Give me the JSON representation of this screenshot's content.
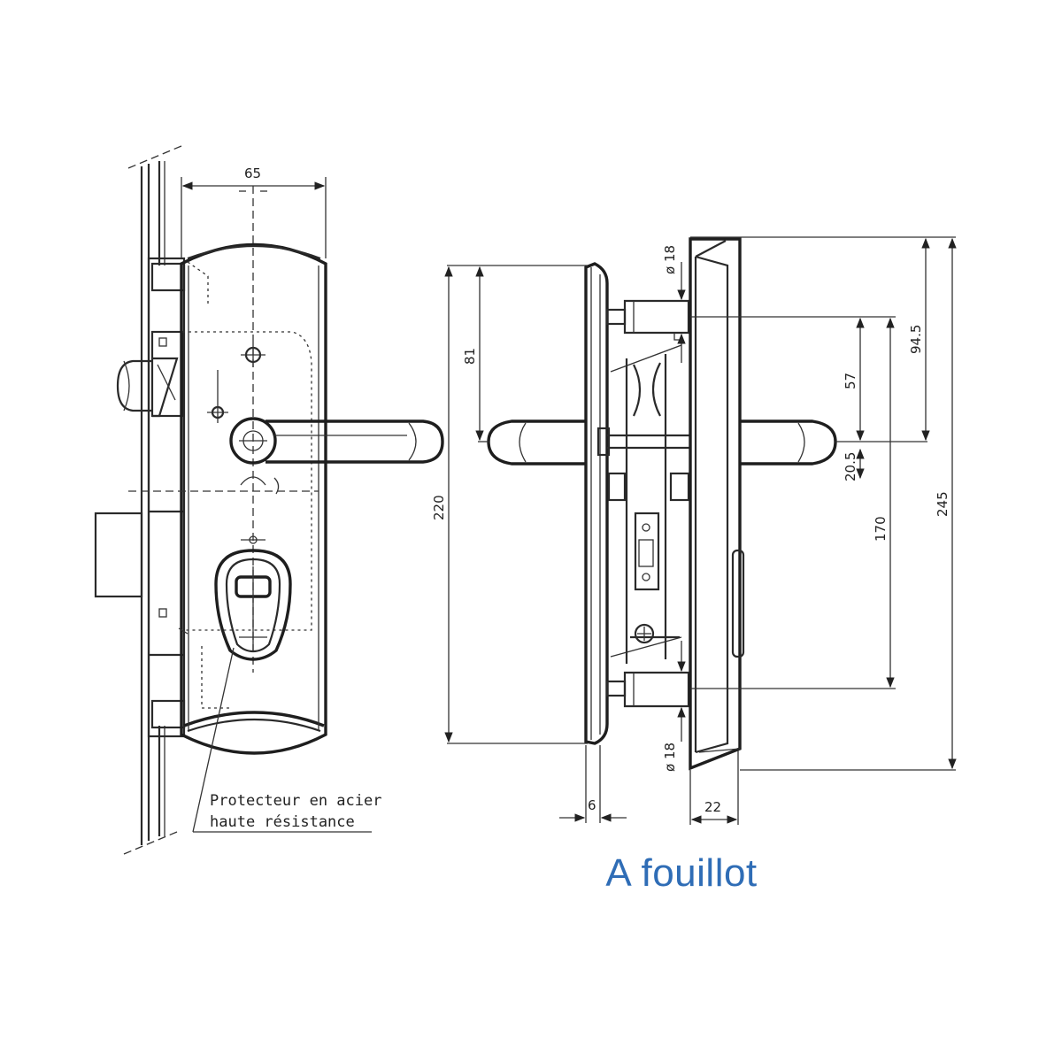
{
  "front_view": {
    "width_dim": "65",
    "note_line1": "Protecteur en acier",
    "note_line2": "haute résistance"
  },
  "side_view": {
    "dim_81": "81",
    "dim_220": "220",
    "dim_18_top": "ø 18",
    "dim_18_bottom": "ø 18",
    "dim_57": "57",
    "dim_94_5": "94.5",
    "dim_20_5": "20.5",
    "dim_170": "170",
    "dim_245": "245",
    "dim_6": "6",
    "dim_22": "22"
  },
  "caption": "A fouillot",
  "colors": {
    "line": "#2a2a2a",
    "caption": "#2f6db6"
  }
}
